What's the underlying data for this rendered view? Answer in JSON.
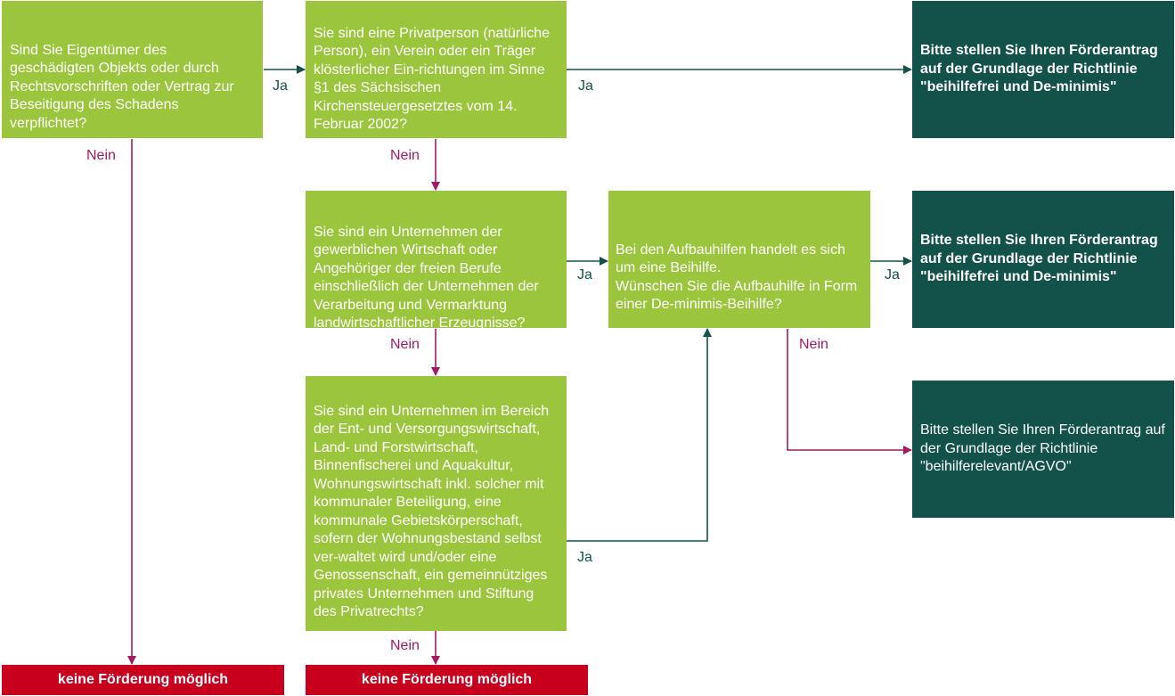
{
  "boxes": {
    "q_owner": "Sind Sie Eigentümer des geschädigten Objekts oder durch Rechtsvorschriften oder Vertrag zur Beseitigung des Schadens verpflichtet?",
    "q_private": "Sie sind eine Privatperson (natürliche Person), ein Verein oder ein Träger klösterlicher Ein-richtungen im Sinne §1 des Sächsischen Kirchensteuergesetztes vom 14. Februar 2002?",
    "q_business": "Sie sind ein Unternehmen der gewerblichen Wirtschaft oder Angehöriger der freien Berufe einschließlich der Unternehmen der Verarbeitung und Vermarktung landwirtschaftlicher Erzeugnisse?",
    "q_sector": "Sie sind ein Unternehmen im Bereich der Ent- und Versorgungswirtschaft, Land- und Forstwirtschaft, Binnenfischerei und Aquakultur, Wohnungswirtschaft inkl. solcher mit kommunaler Beteiligung, eine kommunale Gebietskörperschaft, sofern der Wohnungsbestand selbst ver-waltet wird und/oder eine Genossenschaft, ein gemeinnütziges privates Unternehmen und Stiftung des Privatrechts?",
    "q_deminimis": "Bei den Aufbauhilfen handelt es sich um eine Beihilfe.\nWünschen Sie die Aufbauhilfe in Form einer De-minimis-Beihilfe?",
    "r_top": "Bitte stellen Sie Ihren Förderantrag auf der Grundlage der Richtlinie \"beihilfefrei und De-minimis\"",
    "r_mid": "Bitte stellen Sie Ihren Förderantrag auf der Grundlage der Richtlinie \"beihilfefrei und De-minimis\"",
    "r_agvo": "Bitte stellen Sie Ihren Förderantrag auf der Grundlage der Richtlinie \"beihilferelevant/AGVO\"",
    "no_funding_left": "keine Förderung möglich",
    "no_funding_mid": "keine Förderung möglich"
  },
  "labels": {
    "ja_1": "Ja",
    "ja_2": "Ja",
    "ja_3": "Ja",
    "ja_4": "Ja",
    "ja_5": "Ja",
    "nein_1": "Nein",
    "nein_2": "Nein",
    "nein_3": "Nein",
    "nein_4": "Nein",
    "nein_5": "Nein"
  },
  "colors": {
    "question_box": "#9bc53d",
    "result_box": "#12524a",
    "no_funding_box": "#c8001e",
    "ja_line": "#12524a",
    "nein_line": "#a31a63"
  }
}
